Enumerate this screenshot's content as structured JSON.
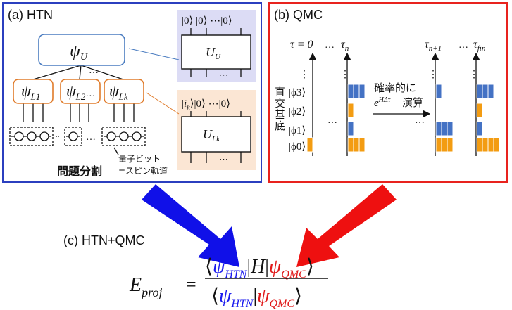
{
  "colors": {
    "htn_border": "#2b3fbf",
    "qmc_border": "#e8231e",
    "top_node_border": "#4a7cc0",
    "leaf_node_border": "#e07b2a",
    "u_panel_bg": "#dcdcf5",
    "uk_panel_bg": "#fbe6d4",
    "blue_bar": "#4472c4",
    "orange_bar": "#f39c12",
    "blue_arrow": "#1010e8",
    "red_arrow": "#ee1010",
    "text_blue": "#1a1aee",
    "text_red": "#e01818"
  },
  "panel_a": {
    "title": "(a) HTN",
    "top_node": "ψU",
    "leaf_nodes": [
      "ψL1",
      "ψL2",
      "ψLk"
    ],
    "ellipsis": "…",
    "u_box": {
      "state": "|0⟩ |0⟩ ⋯|0⟩",
      "gate": "UU",
      "dots": "⋯"
    },
    "uk_box": {
      "state": "|ik⟩|0⟩ ⋯|0⟩",
      "gate": "ULk",
      "dots": "⋯"
    },
    "qubit_note": [
      "量子ビット",
      "=スピン軌道"
    ],
    "caption": "問題分割"
  },
  "panel_b": {
    "title": "(b) QMC",
    "tau_labels": [
      "τ = 0",
      "…",
      "τn",
      "τn+1",
      "…",
      "τfin"
    ],
    "basis_title": "直交基底",
    "basis_states": [
      "|ϕ3⟩",
      "|ϕ2⟩",
      "|ϕ1⟩",
      "|ϕ0⟩"
    ],
    "axis_dots": "⋮",
    "mid_dots": "…",
    "op_label": [
      "確率的に",
      "演算"
    ],
    "op_exp": "eHΔτ",
    "stack_counts": {
      "tau0": [
        0,
        0,
        0,
        1
      ],
      "taun": [
        3,
        1,
        1,
        3
      ],
      "taun1": [
        1,
        0,
        3,
        3
      ],
      "taufin": [
        3,
        1,
        1,
        4
      ]
    },
    "stack_colors": [
      "blue",
      "orange",
      "blue",
      "orange"
    ]
  },
  "panel_c": {
    "title": "(c) HTN+QMC",
    "lhs": "Eproj",
    "equals": "=",
    "numerator": "⟨ψHTN|H|ψQMC⟩",
    "denominator": "⟨ψHTN|ψQMC⟩"
  }
}
